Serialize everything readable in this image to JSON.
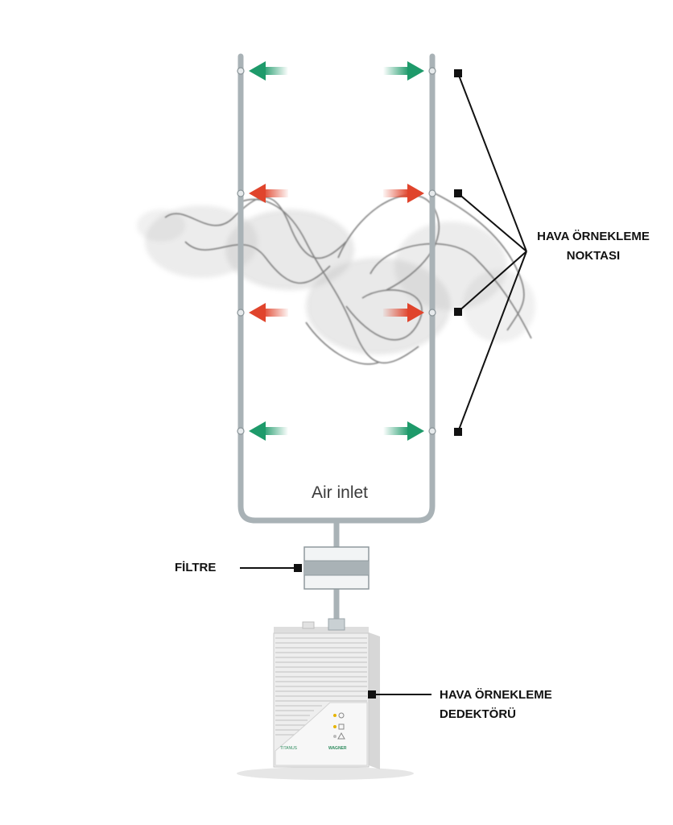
{
  "labels": {
    "sampling_points_line1": "HAVA ÖRNEKLEME",
    "sampling_points_line2": "NOKTASI",
    "air_inlet": "Air inlet",
    "filter": "FİLTRE",
    "detector_line1": "HAVA ÖRNEKLEME",
    "detector_line2": "DEDEKTÖRÜ"
  },
  "device": {
    "brand": "WAGNER",
    "model": "TITANUS"
  },
  "sampling_points": [
    {
      "level": "top",
      "state": "clean"
    },
    {
      "level": "upper-middle",
      "state": "smoke"
    },
    {
      "level": "lower-middle",
      "state": "smoke"
    },
    {
      "level": "bottom",
      "state": "clean"
    }
  ],
  "colors": {
    "pipe": "#a9b2b6",
    "clean_arrow": "#1e9a6a",
    "smoke_arrow": "#e0442c",
    "leader": "#111111",
    "device_body": "#eeeeee"
  }
}
